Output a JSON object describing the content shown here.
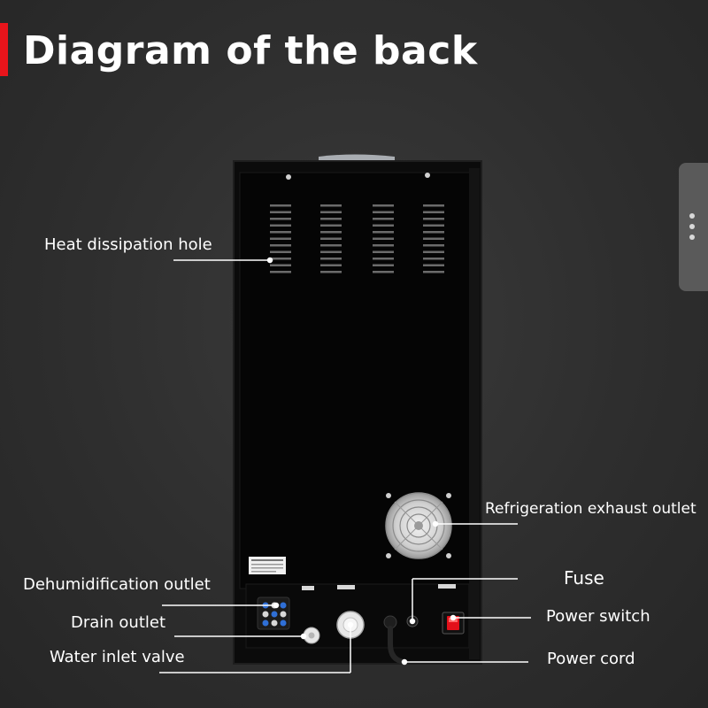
{
  "title": "Diagram of the back",
  "colors": {
    "accent": "#e8141b",
    "background": "#2e2e2e",
    "machine": "#0a0a0a",
    "leader_line": "#ffffff",
    "power_switch": "#e3101a"
  },
  "labels": {
    "heat_dissipation_hole": "Heat dissipation hole",
    "refrigeration_exhaust_outlet": "Refrigeration exhaust outlet",
    "dehumidification_outlet": "Dehumidification outlet",
    "fuse": "Fuse",
    "drain_outlet": "Drain outlet",
    "power_switch": "Power switch",
    "water_inlet_valve": "Water inlet valve",
    "power_cord": "Power cord"
  },
  "side_handle_icon": "vertical-ellipsis-icon"
}
